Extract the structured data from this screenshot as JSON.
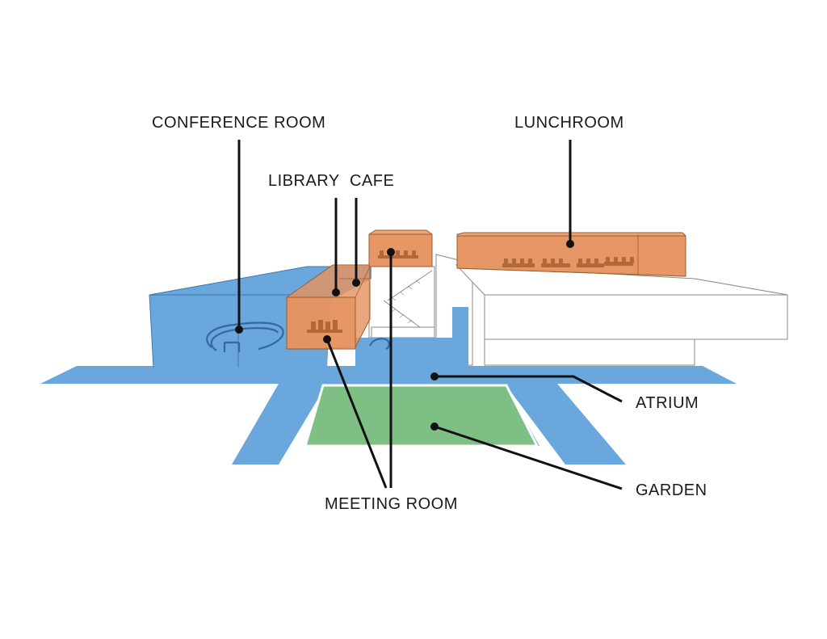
{
  "labels": {
    "conference_room": "CONFERENCE ROOM",
    "library": "LIBRARY",
    "cafe": "CAFE",
    "lunchroom": "LUNCHROOM",
    "atrium": "ATRIUM",
    "garden": "GARDEN",
    "meeting_room": "MEETING ROOM"
  },
  "colors": {
    "atrium_blue": "#6aa7dc",
    "room_orange": "#e59460",
    "garden_green": "#7dbf84",
    "leader_black": "#111111"
  }
}
